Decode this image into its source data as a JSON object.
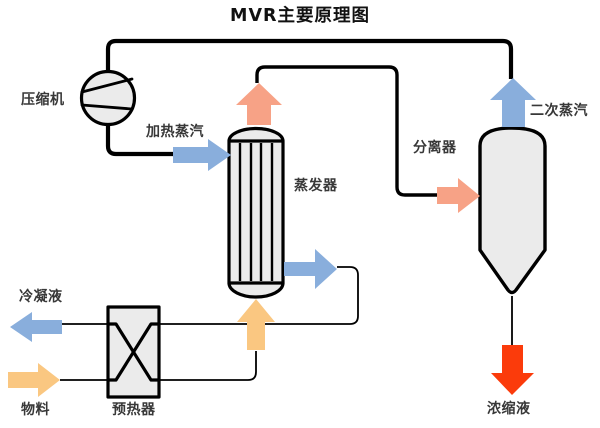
{
  "title": "MVR主要原理图",
  "labels": {
    "compressor": "压缩机",
    "heating_steam": "加热蒸汽",
    "evaporator": "蒸发器",
    "separator": "分离器",
    "secondary_steam": "二次蒸汽",
    "condensate": "冷凝液",
    "feed": "物料",
    "preheater": "预热器",
    "concentrate": "浓缩液"
  },
  "colors": {
    "outline": "#000000",
    "vessel_fill": "#EBEBEB",
    "blue": "#89AEDC",
    "salmon": "#F7A286",
    "orange": "#FAC781",
    "red": "#FB3B0B"
  }
}
